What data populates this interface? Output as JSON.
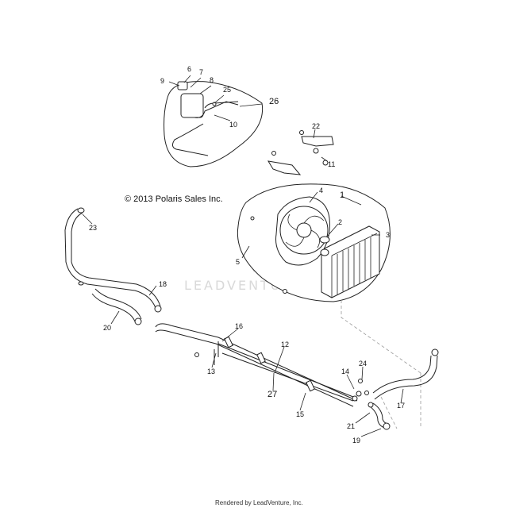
{
  "copyright": "© 2013 Polaris Sales Inc.",
  "watermark": "LEADVENTURE",
  "footer": "Rendered by LeadVenture, Inc.",
  "callouts": {
    "c1": "1",
    "c2": "2",
    "c3": "3",
    "c4": "4",
    "c5": "5",
    "c6": "6",
    "c7": "7",
    "c8": "8",
    "c9": "9",
    "c10": "10",
    "c11": "11",
    "c12": "12",
    "c13": "13",
    "c14": "14",
    "c16": "16",
    "c15": "15",
    "c17": "17",
    "c18": "18",
    "c19": "19",
    "c20": "20",
    "c21": "21",
    "c22": "22",
    "c23": "23",
    "c24": "24",
    "c25": "25",
    "c26": "26",
    "c27": "27"
  }
}
